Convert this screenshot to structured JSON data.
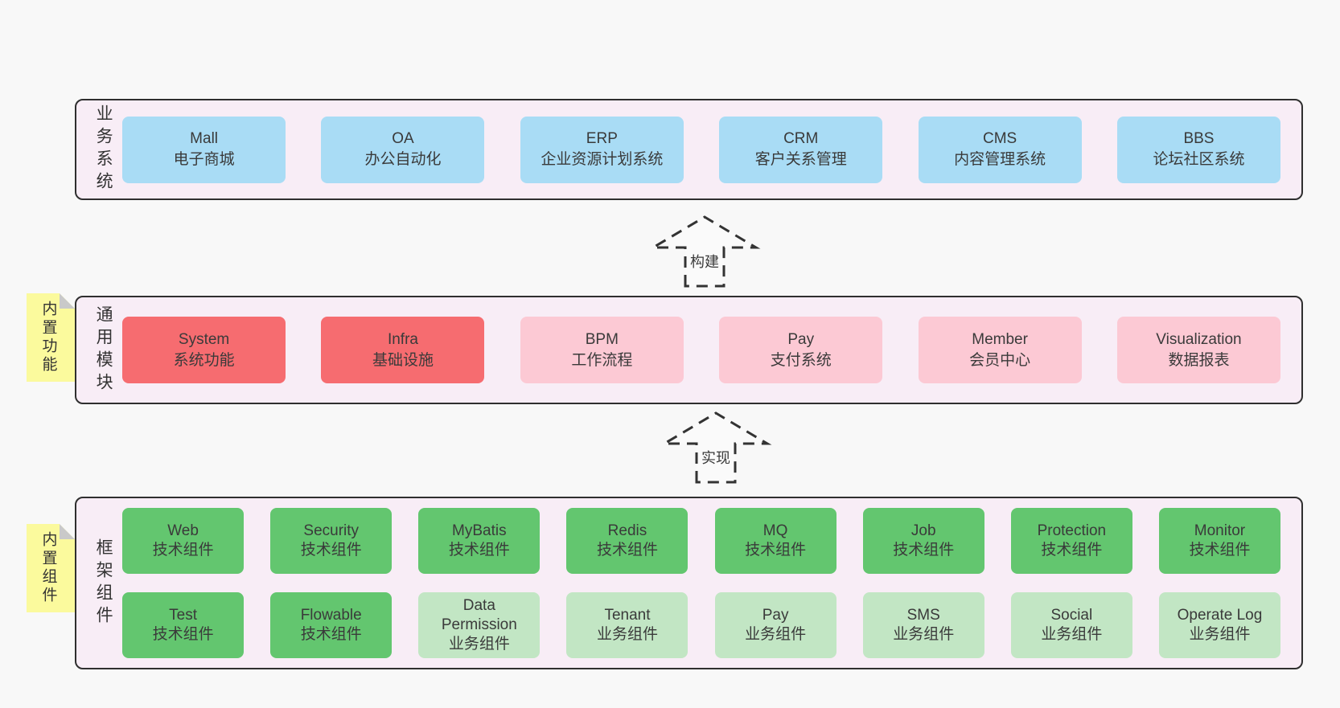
{
  "arrows": {
    "build_label": "构建",
    "implement_label": "实现"
  },
  "layers": {
    "business": {
      "side_label": "业务系统",
      "boxes": [
        {
          "title": "Mall",
          "subtitle": "电子商城"
        },
        {
          "title": "OA",
          "subtitle": "办公自动化"
        },
        {
          "title": "ERP",
          "subtitle": "企业资源计划系统"
        },
        {
          "title": "CRM",
          "subtitle": "客户关系管理"
        },
        {
          "title": "CMS",
          "subtitle": "内容管理系统"
        },
        {
          "title": "BBS",
          "subtitle": "论坛社区系统"
        }
      ]
    },
    "modules": {
      "side_label": "通用模块",
      "sticky_note": "内置功能",
      "boxes": [
        {
          "title": "System",
          "subtitle": "系统功能"
        },
        {
          "title": "Infra",
          "subtitle": "基础设施"
        },
        {
          "title": "BPM",
          "subtitle": "工作流程"
        },
        {
          "title": "Pay",
          "subtitle": "支付系统"
        },
        {
          "title": "Member",
          "subtitle": "会员中心"
        },
        {
          "title": "Visualization",
          "subtitle": "数据报表"
        }
      ]
    },
    "framework": {
      "side_label": "框架组件",
      "sticky_note": "内置组件",
      "row1": [
        {
          "title": "Web",
          "subtitle": "技术组件"
        },
        {
          "title": "Security",
          "subtitle": "技术组件"
        },
        {
          "title": "MyBatis",
          "subtitle": "技术组件"
        },
        {
          "title": "Redis",
          "subtitle": "技术组件"
        },
        {
          "title": "MQ",
          "subtitle": "技术组件"
        },
        {
          "title": "Job",
          "subtitle": "技术组件"
        },
        {
          "title": "Protection",
          "subtitle": "技术组件"
        },
        {
          "title": "Monitor",
          "subtitle": "技术组件"
        }
      ],
      "row2": [
        {
          "title": "Test",
          "subtitle": "技术组件"
        },
        {
          "title": "Flowable",
          "subtitle": "技术组件"
        },
        {
          "title": "Data Permission",
          "subtitle": "业务组件"
        },
        {
          "title": "Tenant",
          "subtitle": "业务组件"
        },
        {
          "title": "Pay",
          "subtitle": "业务组件"
        },
        {
          "title": "SMS",
          "subtitle": "业务组件"
        },
        {
          "title": "Social",
          "subtitle": "业务组件"
        },
        {
          "title": "Operate Log",
          "subtitle": "业务组件"
        }
      ]
    }
  },
  "colors": {
    "page_bg": "#f8f8f8",
    "panel_bg": "#f8edf6",
    "panel_border": "#2f2f2f",
    "business_box": "#a9dcf5",
    "module_core_box": "#f66c70",
    "module_light_box": "#fcc9d4",
    "tech_box": "#63c66f",
    "biz_box": "#c2e6c4",
    "sticky_note": "#fbfa9d",
    "text": "#3a3a3a"
  }
}
